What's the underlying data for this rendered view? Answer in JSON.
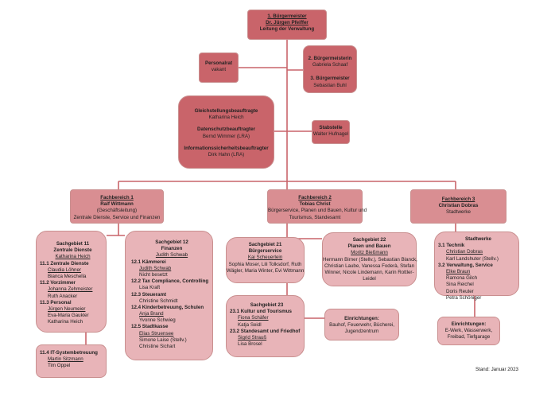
{
  "top": {
    "line1": "1. Bürgermeister",
    "line2": "Dr. Jürgen Pfeiffer",
    "line3": "Leitung der Verwaltung"
  },
  "personalrat": {
    "title": "Personalrat",
    "name": "vakant"
  },
  "deputies": {
    "t1": "2. Bürgermeisterin",
    "n1": "Gabriela Schaaf",
    "t2": "3. Bürgermeister",
    "n2": "Sebastian Buhl"
  },
  "officers": {
    "t1": "Gleichstellungsbeauftragte",
    "n1": "Katharina Heich",
    "t2": "Datenschutzbeauftragter",
    "n2": "Bernd Wimmer (LRA)",
    "t3": "Informationssicherheitsbeauftragter",
    "n3": "Dirk Hahn (LRA)"
  },
  "stabstelle": {
    "title": "Stabstelle",
    "name": "Walter Hufnagel"
  },
  "fb1": {
    "title": "Fachbereich 1",
    "name": "Ralf Wittmann",
    "sub": "(Geschäftsleitung)",
    "desc": "Zentrale Dienste, Service und Finanzen"
  },
  "fb2": {
    "title": "Fachbereich 2",
    "name": "Tobias Christ",
    "desc1": "Bürgerservice, Planen und Bauen, Kultur und",
    "desc2": "Tourismus, Standesamt"
  },
  "fb3": {
    "title": "Fachbereich 3",
    "name": "Christian Dobras",
    "desc": "Stadtwerke"
  },
  "sg11": {
    "lines": [
      {
        "t": "Sachgebiet 11",
        "c": "b c"
      },
      {
        "t": "Zentrale Dienste",
        "c": "b c"
      },
      {
        "t": "Katharina Heich",
        "c": "u c"
      },
      {
        "t": "11.1 Zentrale Dienste",
        "c": "b"
      },
      {
        "t": "Claudia Löhner",
        "c": "u i"
      },
      {
        "t": "Bianca Meschella",
        "c": "i"
      },
      {
        "t": "11.2 Vorzimmer",
        "c": "b"
      },
      {
        "t": "Johanna Zehmeister",
        "c": "u i"
      },
      {
        "t": "Ruth Anacker",
        "c": "i"
      },
      {
        "t": "11.3 Personal",
        "c": "b"
      },
      {
        "t": "Jürgen Neumeier",
        "c": "u i"
      },
      {
        "t": "Eva-Maria Gaukler",
        "c": "i"
      },
      {
        "t": "Katharina Heich",
        "c": "i"
      }
    ]
  },
  "sg114": {
    "lines": [
      {
        "t": "11.4 IT-Systembetreuung",
        "c": "b"
      },
      {
        "t": "Martin Sitzmann",
        "c": "u i"
      },
      {
        "t": "Tim Oppel",
        "c": "i"
      }
    ]
  },
  "sg12": {
    "lines": [
      {
        "t": "Sachgebiet 12",
        "c": "b c"
      },
      {
        "t": "Finanzen",
        "c": "b c"
      },
      {
        "t": "Judith Schwab",
        "c": "u c"
      },
      {
        "t": "12.1 Kämmerei",
        "c": "b"
      },
      {
        "t": "Judith Schwab",
        "c": "u i"
      },
      {
        "t": "Nicht besetzt",
        "c": "i"
      },
      {
        "t": "12.2 Tax Compliance, Controlling",
        "c": "b"
      },
      {
        "t": "Lisa Kraft",
        "c": "i"
      },
      {
        "t": "12.3 Steueramt",
        "c": "b"
      },
      {
        "t": "Christine Schmidt",
        "c": "i"
      },
      {
        "t": "12.4 Kinderbetreuung, Schulen",
        "c": "b"
      },
      {
        "t": "Anja Brand",
        "c": "u i"
      },
      {
        "t": "Yvonne Schwieg",
        "c": "i"
      },
      {
        "t": "12.5 Stadtkasse",
        "c": "b"
      },
      {
        "t": "Elias Struensee",
        "c": "u i"
      },
      {
        "t": "Simone Laise (Stellv.)",
        "c": "i"
      },
      {
        "t": "Christine Sichart",
        "c": "i"
      }
    ]
  },
  "sg21": {
    "lines": [
      {
        "t": "Sachgebiet 21",
        "c": "b"
      },
      {
        "t": "Bürgerservice",
        "c": "b"
      },
      {
        "t": "Kai Scheuerlein",
        "c": "u"
      },
      {
        "t": "Sophia Moser, Lili Tolksdorf, Ruth",
        "c": ""
      },
      {
        "t": "Wägler, Maria Winter, Evi Wittmann",
        "c": ""
      }
    ]
  },
  "sg22": {
    "lines": [
      {
        "t": "Sachgebiet 22",
        "c": "b"
      },
      {
        "t": "Planen und Bauen",
        "c": "b"
      },
      {
        "t": "Moritz Bießmann",
        "c": "u"
      },
      {
        "t": "Hermann Birner (Stellv.), Sebastian Blanck,",
        "c": ""
      },
      {
        "t": "Christian Laube, Vanessa Foderà, Stefan",
        "c": ""
      },
      {
        "t": "Winner, Nicole Lindemann, Karin Rottler-",
        "c": ""
      },
      {
        "t": "Leidel",
        "c": ""
      }
    ]
  },
  "sg23": {
    "lines": [
      {
        "t": "Sachgebiet 23",
        "c": "b c"
      },
      {
        "t": "23.1 Kultur und Tourismus",
        "c": "b"
      },
      {
        "t": "Fiona Schäfer",
        "c": "u i"
      },
      {
        "t": "Katja Seidl",
        "c": "i"
      },
      {
        "t": "23.2 Standesamt und Friedhof",
        "c": "b"
      },
      {
        "t": "Sigrid Strauß",
        "c": "u i"
      },
      {
        "t": "Lisa Brosel",
        "c": "i"
      }
    ]
  },
  "einr2": {
    "lines": [
      {
        "t": "Einrichtungen:",
        "c": "b"
      },
      {
        "t": "Bauhof, Feuerwehr, Bücherei,",
        "c": ""
      },
      {
        "t": "Jugendzentrum",
        "c": ""
      }
    ]
  },
  "sw": {
    "lines": [
      {
        "t": "Stadtwerke",
        "c": "b c"
      },
      {
        "t": "3.1 Technik",
        "c": "b"
      },
      {
        "t": "Christian Dobras",
        "c": "u i"
      },
      {
        "t": "Karl Landshuter (Stellv.)",
        "c": "i"
      },
      {
        "t": "3.2 Verwaltung, Service",
        "c": "b"
      },
      {
        "t": "Elke Braun",
        "c": "u i"
      },
      {
        "t": "Ramona Gilch",
        "c": "i"
      },
      {
        "t": "Sina Reichel",
        "c": "i"
      },
      {
        "t": "Doris Reuter",
        "c": "i"
      },
      {
        "t": "Petra Schöniger",
        "c": "i"
      }
    ]
  },
  "einr3": {
    "lines": [
      {
        "t": "Einrichtungen:",
        "c": "b"
      },
      {
        "t": "E-Werk, Wasserwerk,",
        "c": ""
      },
      {
        "t": "Freibad, Tiefgarage",
        "c": ""
      }
    ]
  },
  "stand": "Stand: Januar 2023"
}
